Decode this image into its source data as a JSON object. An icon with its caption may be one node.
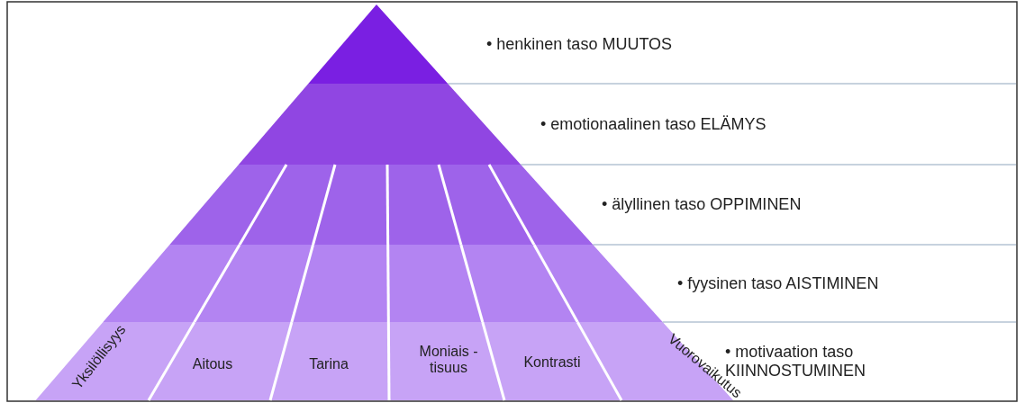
{
  "diagram": {
    "nodes": [
      {
        "text": [
          "• henkinen taso MUUTOS"
        ]
      },
      {
        "text": [
          "• emotionaalinen taso ELÄMYS"
        ]
      },
      {
        "text": [
          "• älyllinen taso OPPIMINEN"
        ]
      },
      {
        "text": [
          "• fyysinen taso AISTIMINEN"
        ]
      },
      {
        "text": [
          "• motivaation taso KIINNOSTUMINEN"
        ]
      },
      {
        "text": [
          "Yksilöllisyys"
        ],
        "in": 4
      },
      {
        "text": [
          "Aitous"
        ],
        "in": 4
      },
      {
        "text": [
          "Tarina"
        ],
        "in": 4
      },
      {
        "text": [
          "Moniais -tisuus"
        ],
        "in": 4
      },
      {
        "text": [
          "Kontrasti"
        ],
        "in": 4
      },
      {
        "text": [
          "Vuorovaikutus"
        ],
        "in": 4
      }
    ]
  }
}
